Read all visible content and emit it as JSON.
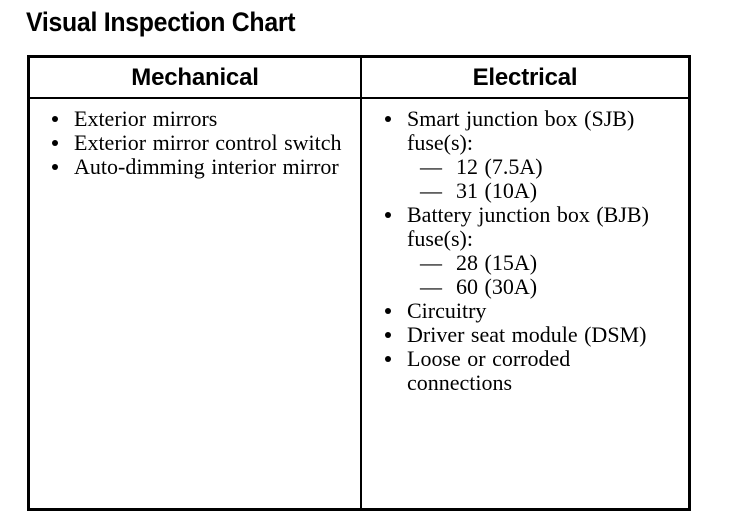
{
  "page": {
    "title": "Visual Inspection Chart",
    "background_color": "#ffffff",
    "text_color": "#000000",
    "border_color": "#000000"
  },
  "table": {
    "columns": [
      {
        "header": "Mechanical"
      },
      {
        "header": "Electrical"
      }
    ],
    "mechanical": {
      "items": [
        {
          "text": "Exterior mirrors"
        },
        {
          "text": "Exterior mirror control switch"
        },
        {
          "text": "Auto-dimming interior mirror"
        }
      ]
    },
    "electrical": {
      "items": [
        {
          "text": "Smart junction box (SJB) fuse(s):",
          "subitems": [
            {
              "dash": "—",
              "text": "12 (7.5A)"
            },
            {
              "dash": "—",
              "text": "31 (10A)"
            }
          ]
        },
        {
          "text": "Battery junction box (BJB) fuse(s):",
          "subitems": [
            {
              "dash": "—",
              "text": "28 (15A)"
            },
            {
              "dash": "—",
              "text": "60 (30A)"
            }
          ]
        },
        {
          "text": "Circuitry",
          "subitems": []
        },
        {
          "text": "Driver seat module (DSM)",
          "subitems": []
        },
        {
          "text": "Loose or corroded connections",
          "subitems": []
        }
      ]
    }
  }
}
